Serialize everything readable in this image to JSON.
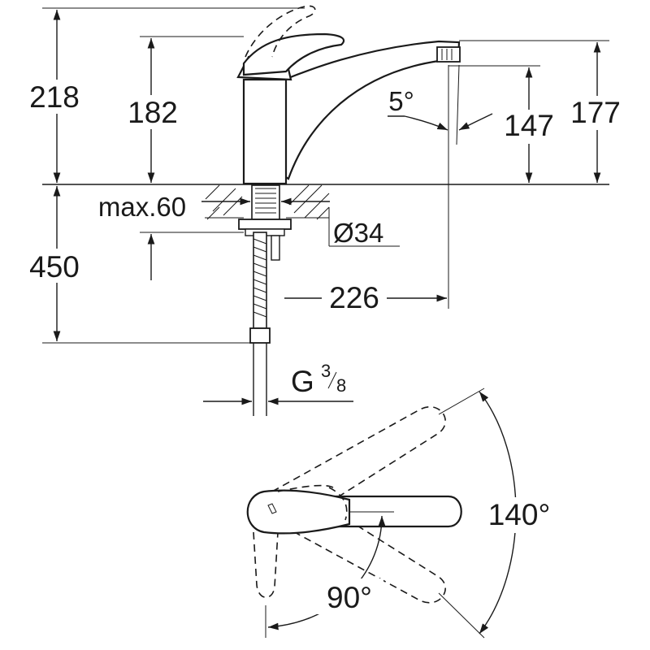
{
  "dimensions": {
    "total_height": "218",
    "handle_height": "182",
    "spout_outer_height": "177",
    "spout_inner_height": "147",
    "spout_angle": "5°",
    "max_thickness": "max.60",
    "hole_diameter": "Ø34",
    "hose_length": "450",
    "spout_reach": "226",
    "connection_thread": "G",
    "thread_numerator": "3",
    "thread_denominator": "8"
  },
  "rotation": {
    "spout_swivel": "140°",
    "lever_rotation": "90°"
  }
}
